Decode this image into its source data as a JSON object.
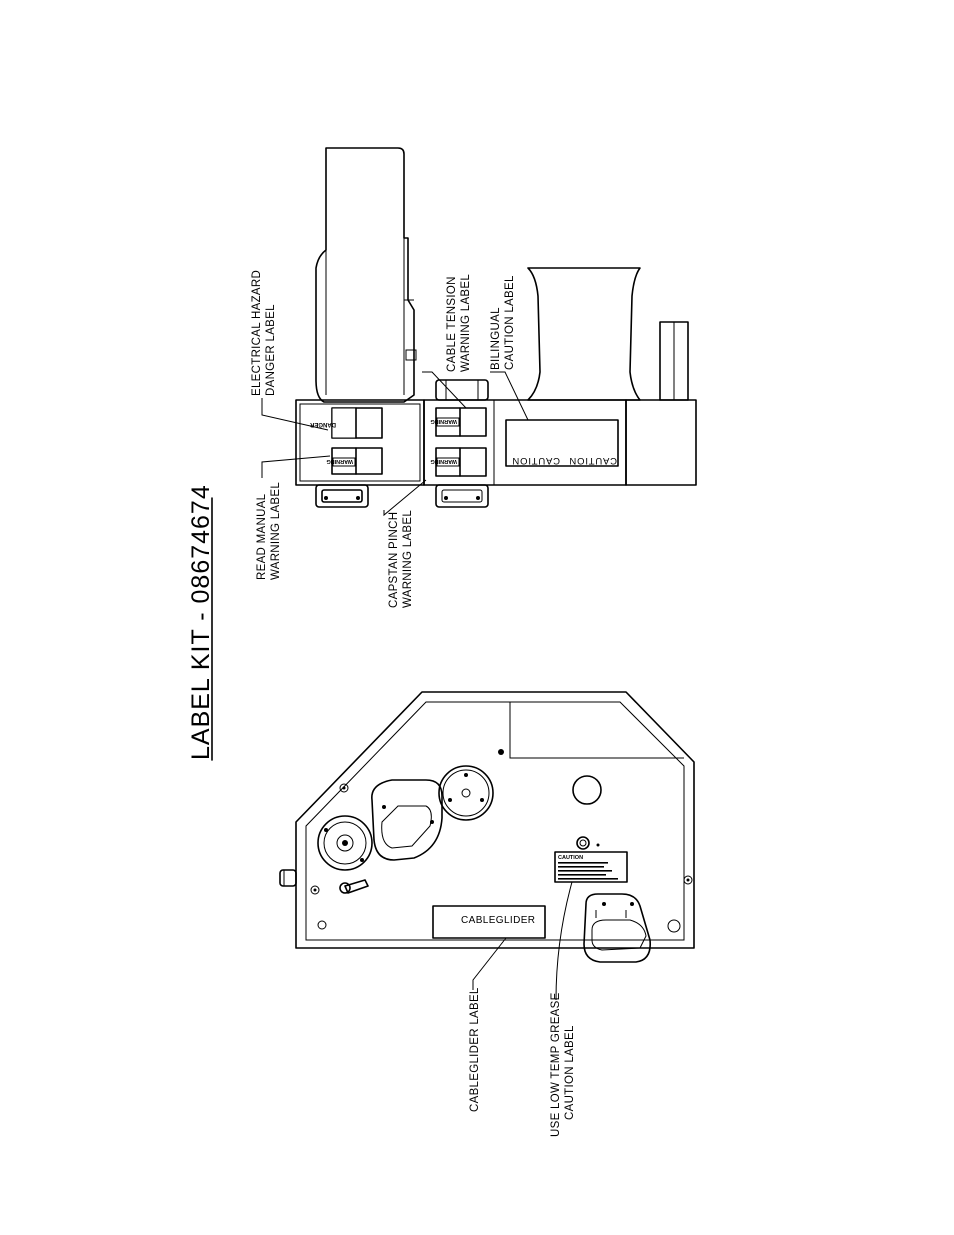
{
  "title": "LABEL KIT - 08674674",
  "callouts": {
    "electrical_hazard": [
      "ELECTRICAL HAZARD",
      "DANGER LABEL"
    ],
    "cable_tension": [
      "CABLE TENSION",
      "WARNING LABEL"
    ],
    "bilingual_caution": [
      "BILINGUAL",
      "CAUTION LABEL"
    ],
    "read_manual": [
      "READ MANUAL",
      "WARNING LABEL"
    ],
    "capstan_pinch": [
      "CAPSTAN PINCH",
      "WARNING LABEL"
    ],
    "cableglider_label": [
      "CABLEGLIDER LABEL"
    ],
    "low_temp_grease": [
      "USE LOW TEMP GREASE",
      "CAUTION LABEL"
    ]
  },
  "on_part_labels": {
    "danger": "DANGER",
    "warning": "WARNING",
    "caution": "CAUTION",
    "cableglider": "CABLEGLIDER"
  }
}
